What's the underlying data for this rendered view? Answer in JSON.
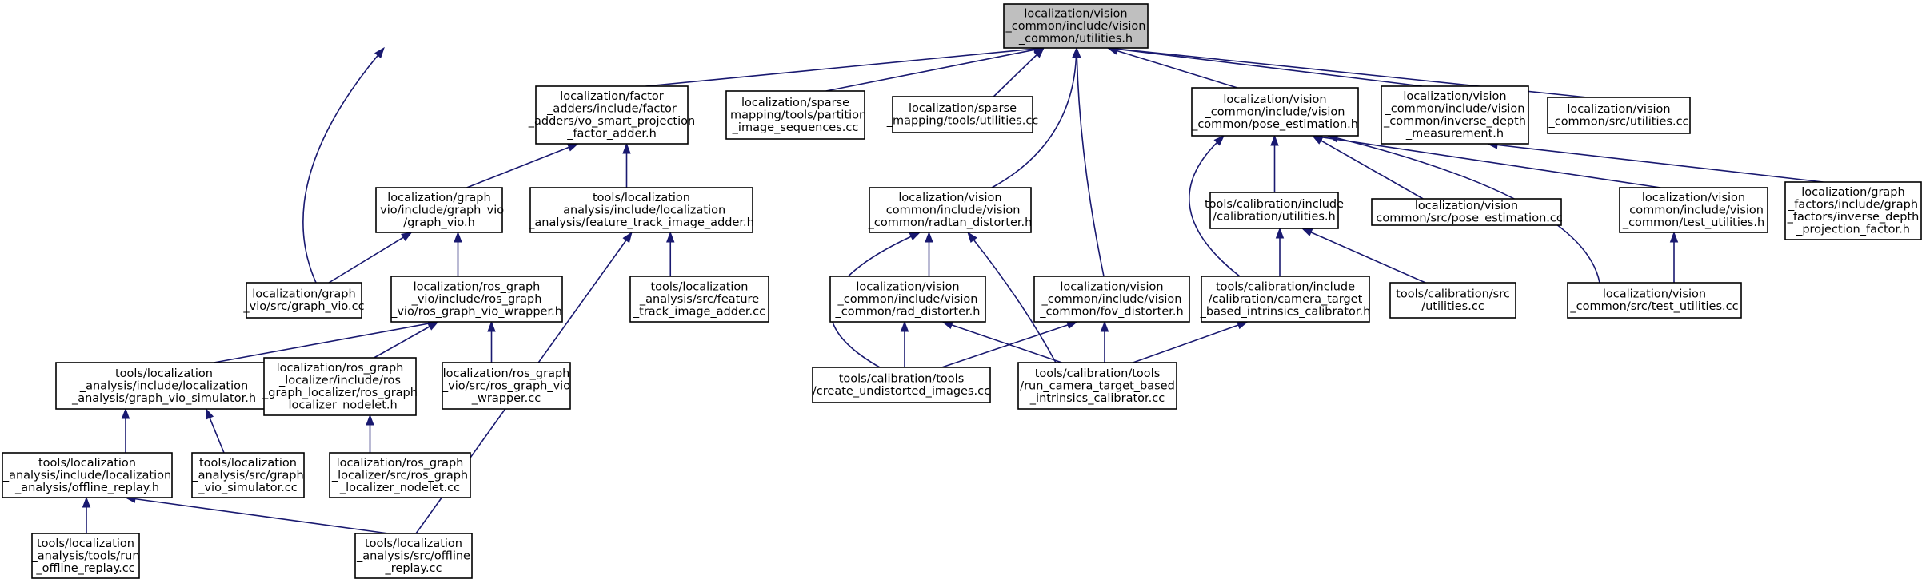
{
  "colors": {
    "edge": "#191970",
    "root_fill": "#bfbfbf",
    "node_fill": "#ffffff",
    "border": "#000000"
  },
  "nodes": [
    {
      "id": "root",
      "lines": [
        "localization/vision",
        "_common/include/vision",
        "_common/utilities.h"
      ]
    },
    {
      "id": "vo_smart",
      "lines": [
        "localization/factor",
        "_adders/include/factor",
        "_adders/vo_smart_projection",
        "_factor_adder.h"
      ]
    },
    {
      "id": "partition",
      "lines": [
        "localization/sparse",
        "_mapping/tools/partition",
        "_image_sequences.cc"
      ]
    },
    {
      "id": "sparse_util",
      "lines": [
        "localization/sparse",
        "_mapping/tools/utilities.cc"
      ]
    },
    {
      "id": "pose_est_h",
      "lines": [
        "localization/vision",
        "_common/include/vision",
        "_common/pose_estimation.h"
      ]
    },
    {
      "id": "inv_depth_h",
      "lines": [
        "localization/vision",
        "_common/include/vision",
        "_common/inverse_depth",
        "_measurement.h"
      ]
    },
    {
      "id": "vc_util_cc",
      "lines": [
        "localization/vision",
        "_common/src/utilities.cc"
      ]
    },
    {
      "id": "graph_vio_h",
      "lines": [
        "localization/graph",
        "_vio/include/graph_vio",
        "/graph_vio.h"
      ]
    },
    {
      "id": "fta_h",
      "lines": [
        "tools/localization",
        "_analysis/include/localization",
        "_analysis/feature_track_image_adder.h"
      ]
    },
    {
      "id": "radtan_h",
      "lines": [
        "localization/vision",
        "_common/include/vision",
        "_common/radtan_distorter.h"
      ]
    },
    {
      "id": "calib_util_h",
      "lines": [
        "tools/calibration/include",
        "/calibration/utilities.h"
      ]
    },
    {
      "id": "pose_est_cc",
      "lines": [
        "localization/vision",
        "_common/src/pose_estimation.cc"
      ]
    },
    {
      "id": "test_util_h",
      "lines": [
        "localization/vision",
        "_common/include/vision",
        "_common/test_utilities.h"
      ]
    },
    {
      "id": "inv_depth_factor",
      "lines": [
        "localization/graph",
        "_factors/include/graph",
        "_factors/inverse_depth",
        "_projection_factor.h"
      ]
    },
    {
      "id": "graph_vio_cc",
      "lines": [
        "localization/graph",
        "_vio/src/graph_vio.cc"
      ]
    },
    {
      "id": "ros_wrapper_h",
      "lines": [
        "localization/ros_graph",
        "_vio/include/ros_graph",
        "_vio/ros_graph_vio_wrapper.h"
      ]
    },
    {
      "id": "fta_cc",
      "lines": [
        "tools/localization",
        "_analysis/src/feature",
        "_track_image_adder.cc"
      ]
    },
    {
      "id": "rad_h",
      "lines": [
        "localization/vision",
        "_common/include/vision",
        "_common/rad_distorter.h"
      ]
    },
    {
      "id": "fov_h",
      "lines": [
        "localization/vision",
        "_common/include/vision",
        "_common/fov_distorter.h"
      ]
    },
    {
      "id": "cam_calib_h",
      "lines": [
        "tools/calibration/include",
        "/calibration/camera_target",
        "_based_intrinsics_calibrator.h"
      ]
    },
    {
      "id": "calib_util_cc",
      "lines": [
        "tools/calibration/src",
        "/utilities.cc"
      ]
    },
    {
      "id": "test_util_cc",
      "lines": [
        "localization/vision",
        "_common/src/test_utilities.cc"
      ]
    },
    {
      "id": "sim_h",
      "lines": [
        "tools/localization",
        "_analysis/include/localization",
        "_analysis/graph_vio_simulator.h"
      ]
    },
    {
      "id": "nodelet_h",
      "lines": [
        "localization/ros_graph",
        "_localizer/include/ros",
        "_graph_localizer/ros_graph",
        "_localizer_nodelet.h"
      ]
    },
    {
      "id": "ros_wrapper_cc",
      "lines": [
        "localization/ros_graph",
        "_vio/src/ros_graph_vio",
        "_wrapper.cc"
      ]
    },
    {
      "id": "undistort_cc",
      "lines": [
        "tools/calibration/tools",
        "/create_undistorted_images.cc"
      ]
    },
    {
      "id": "run_calib_cc",
      "lines": [
        "tools/calibration/tools",
        "/run_camera_target_based",
        "_intrinsics_calibrator.cc"
      ]
    },
    {
      "id": "replay_h",
      "lines": [
        "tools/localization",
        "_analysis/include/localization",
        "_analysis/offline_replay.h"
      ]
    },
    {
      "id": "sim_cc",
      "lines": [
        "tools/localization",
        "_analysis/src/graph",
        "_vio_simulator.cc"
      ]
    },
    {
      "id": "nodelet_cc",
      "lines": [
        "localization/ros_graph",
        "_localizer/src/ros_graph",
        "_localizer_nodelet.cc"
      ]
    },
    {
      "id": "run_replay_cc",
      "lines": [
        "tools/localization",
        "_analysis/tools/run",
        "_offline_replay.cc"
      ]
    },
    {
      "id": "replay_cc",
      "lines": [
        "tools/localization",
        "_analysis/src/offline",
        "_replay.cc"
      ]
    }
  ],
  "edges": [
    [
      "vo_smart",
      "root"
    ],
    [
      "partition",
      "root"
    ],
    [
      "sparse_util",
      "root"
    ],
    [
      "pose_est_h",
      "root"
    ],
    [
      "inv_depth_h",
      "root"
    ],
    [
      "vc_util_cc",
      "root"
    ],
    [
      "graph_vio_cc",
      "root"
    ],
    [
      "radtan_h",
      "root"
    ],
    [
      "fov_h",
      "root"
    ],
    [
      "graph_vio_h",
      "vo_smart"
    ],
    [
      "fta_h",
      "vo_smart"
    ],
    [
      "graph_vio_cc",
      "graph_vio_h"
    ],
    [
      "ros_wrapper_h",
      "graph_vio_h"
    ],
    [
      "sim_h",
      "ros_wrapper_h"
    ],
    [
      "nodelet_h",
      "ros_wrapper_h"
    ],
    [
      "ros_wrapper_cc",
      "ros_wrapper_h"
    ],
    [
      "fta_cc",
      "fta_h"
    ],
    [
      "replay_cc",
      "fta_h"
    ],
    [
      "replay_h",
      "sim_h"
    ],
    [
      "sim_cc",
      "sim_h"
    ],
    [
      "run_replay_cc",
      "replay_h"
    ],
    [
      "replay_cc",
      "replay_h"
    ],
    [
      "nodelet_cc",
      "nodelet_h"
    ],
    [
      "rad_h",
      "radtan_h"
    ],
    [
      "undistort_cc",
      "radtan_h"
    ],
    [
      "run_calib_cc",
      "radtan_h"
    ],
    [
      "undistort_cc",
      "rad_h"
    ],
    [
      "run_calib_cc",
      "rad_h"
    ],
    [
      "undistort_cc",
      "fov_h"
    ],
    [
      "run_calib_cc",
      "fov_h"
    ],
    [
      "run_calib_cc",
      "cam_calib_h"
    ],
    [
      "calib_util_h",
      "pose_est_h"
    ],
    [
      "pose_est_cc",
      "pose_est_h"
    ],
    [
      "test_util_h",
      "pose_est_h"
    ],
    [
      "cam_calib_h",
      "pose_est_h"
    ],
    [
      "test_util_cc",
      "pose_est_h"
    ],
    [
      "cam_calib_h",
      "calib_util_h"
    ],
    [
      "calib_util_cc",
      "calib_util_h"
    ],
    [
      "test_util_cc",
      "test_util_h"
    ],
    [
      "inv_depth_factor",
      "inv_depth_h"
    ]
  ]
}
